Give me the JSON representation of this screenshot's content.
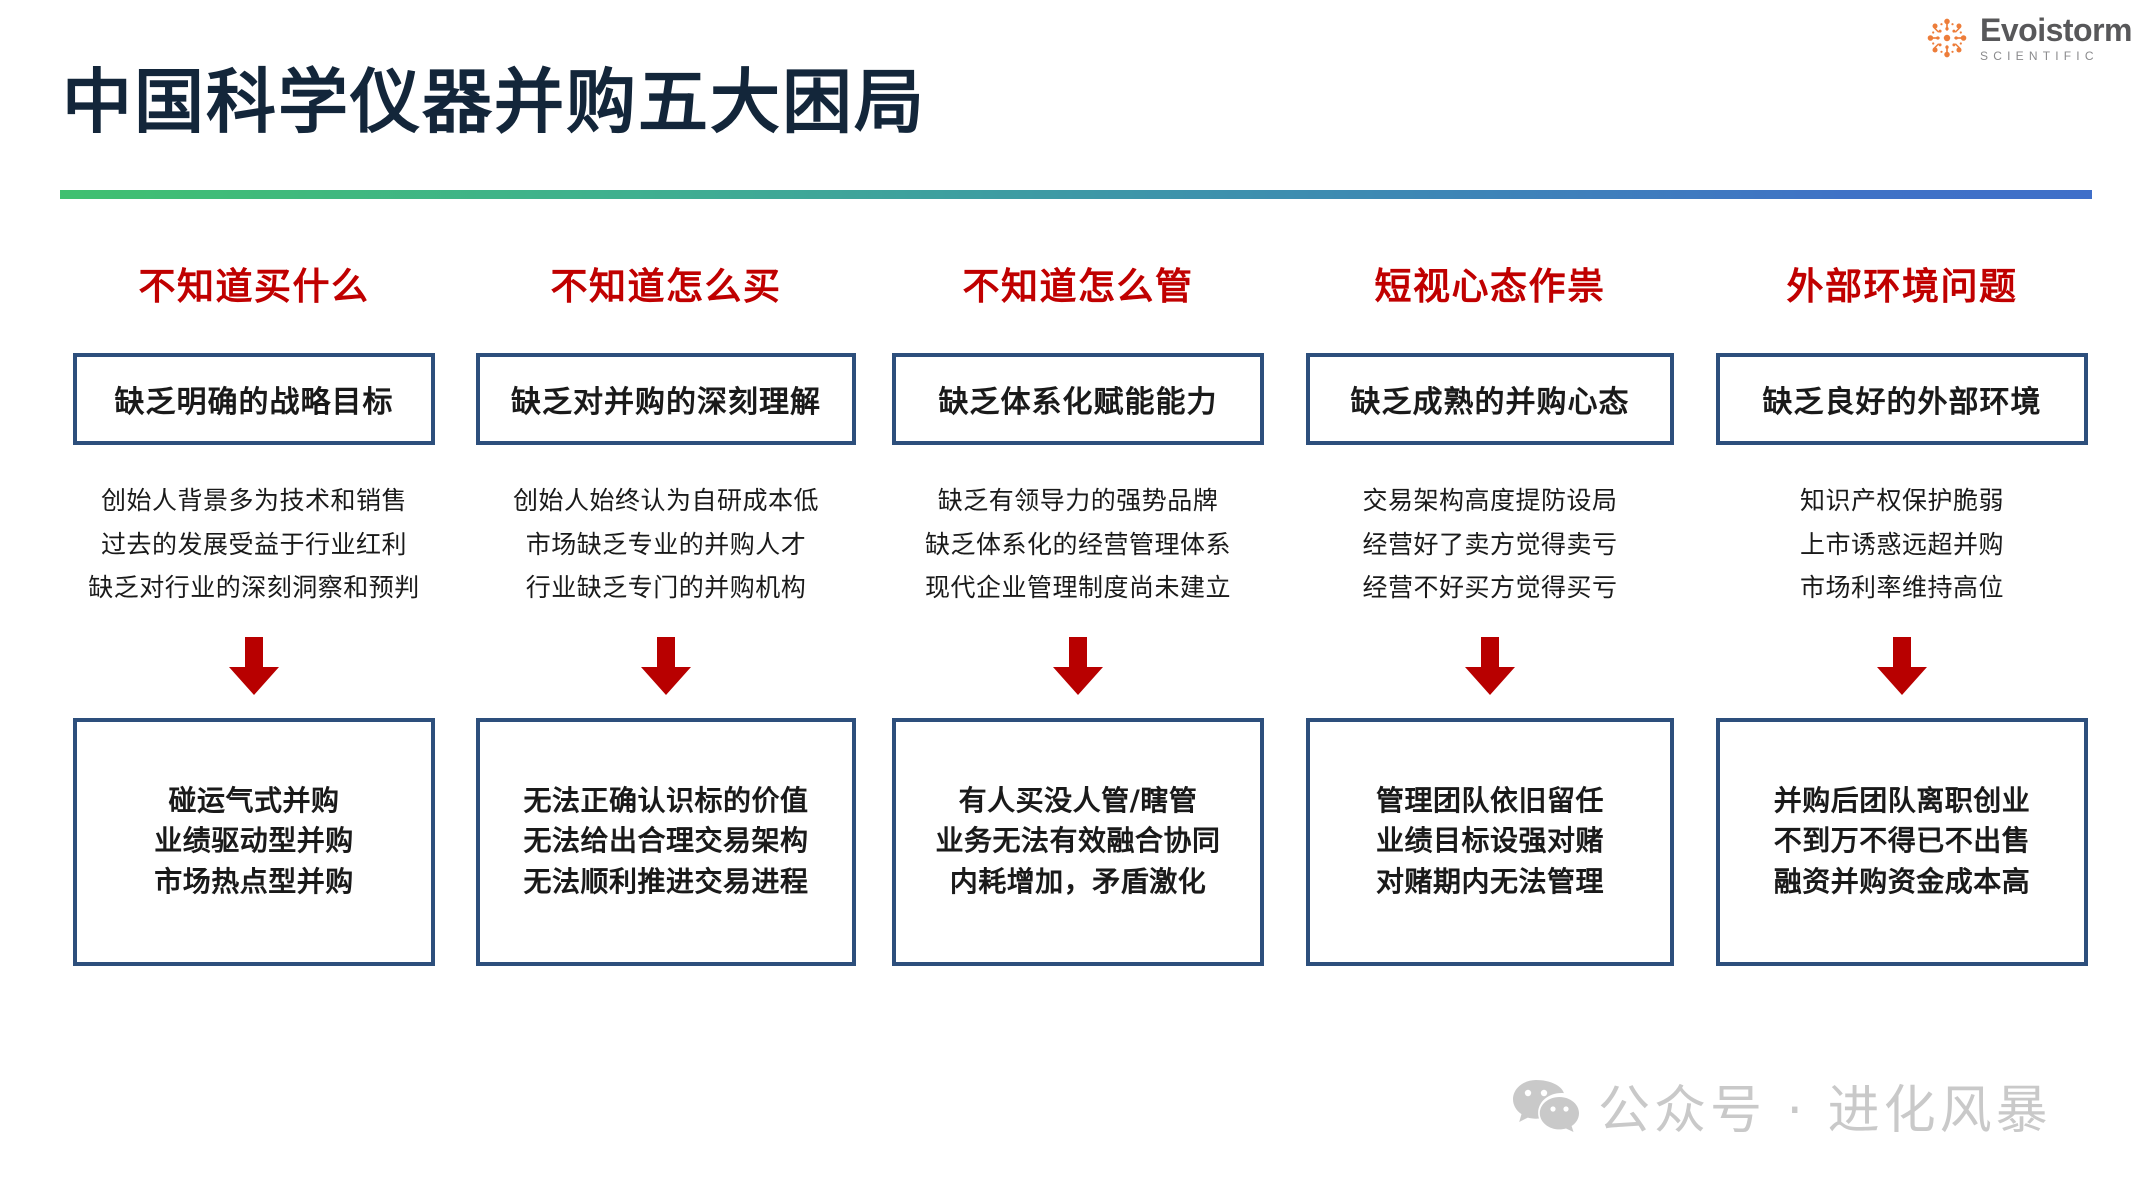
{
  "brand": {
    "name": "Evoistorm",
    "subtitle": "SCIENTIFIC",
    "mark_color": "#ED7D3A",
    "text_color": "#58585A"
  },
  "page": {
    "title": "中国科学仪器并购五大困局",
    "title_color": "#13263A",
    "rule_gradient_from": "#40C070",
    "rule_gradient_to": "#3F6FC9"
  },
  "theme": {
    "header_red": "#C00000",
    "box_border_blue": "#2D4F7C",
    "arrow_red": "#B80000",
    "body_text": "#1A1A1A"
  },
  "columns": [
    {
      "header": "不知道买什么",
      "problem": "缺乏明确的战略目标",
      "causes": [
        "创始人背景多为技术和销售",
        "过去的发展受益于行业红利",
        "缺乏对行业的深刻洞察和预判"
      ],
      "arrow": "down-arrow-icon",
      "outcomes": [
        "碰运气式并购",
        "业绩驱动型并购",
        "市场热点型并购"
      ]
    },
    {
      "header": "不知道怎么买",
      "problem": "缺乏对并购的深刻理解",
      "causes": [
        "创始人始终认为自研成本低",
        "市场缺乏专业的并购人才",
        "行业缺乏专门的并购机构"
      ],
      "arrow": "down-arrow-icon",
      "outcomes": [
        "无法正确认识标的价值",
        "无法给出合理交易架构",
        "无法顺利推进交易进程"
      ]
    },
    {
      "header": "不知道怎么管",
      "problem": "缺乏体系化赋能能力",
      "causes": [
        "缺乏有领导力的强势品牌",
        "缺乏体系化的经营管理体系",
        "现代企业管理制度尚未建立"
      ],
      "arrow": "down-arrow-icon",
      "outcomes": [
        "有人买没人管/瞎管",
        "业务无法有效融合协同",
        "内耗增加，矛盾激化"
      ]
    },
    {
      "header": "短视心态作祟",
      "problem": "缺乏成熟的并购心态",
      "causes": [
        "交易架构高度提防设局",
        "经营好了卖方觉得卖亏",
        "经营不好买方觉得买亏"
      ],
      "arrow": "down-arrow-icon",
      "outcomes": [
        "管理团队依旧留任",
        "业绩目标设强对赌",
        "对赌期内无法管理"
      ]
    },
    {
      "header": "外部环境问题",
      "problem": "缺乏良好的外部环境",
      "causes": [
        "知识产权保护脆弱",
        "上市诱惑远超并购",
        "市场利率维持高位"
      ],
      "arrow": "down-arrow-icon",
      "outcomes": [
        "并购后团队离职创业",
        "不到万不得已不出售",
        "融资并购资金成本高"
      ]
    }
  ],
  "watermark": {
    "icon": "wechat-icon",
    "text": "公众号 · 进化风暴",
    "color": "#9D9D9D"
  }
}
